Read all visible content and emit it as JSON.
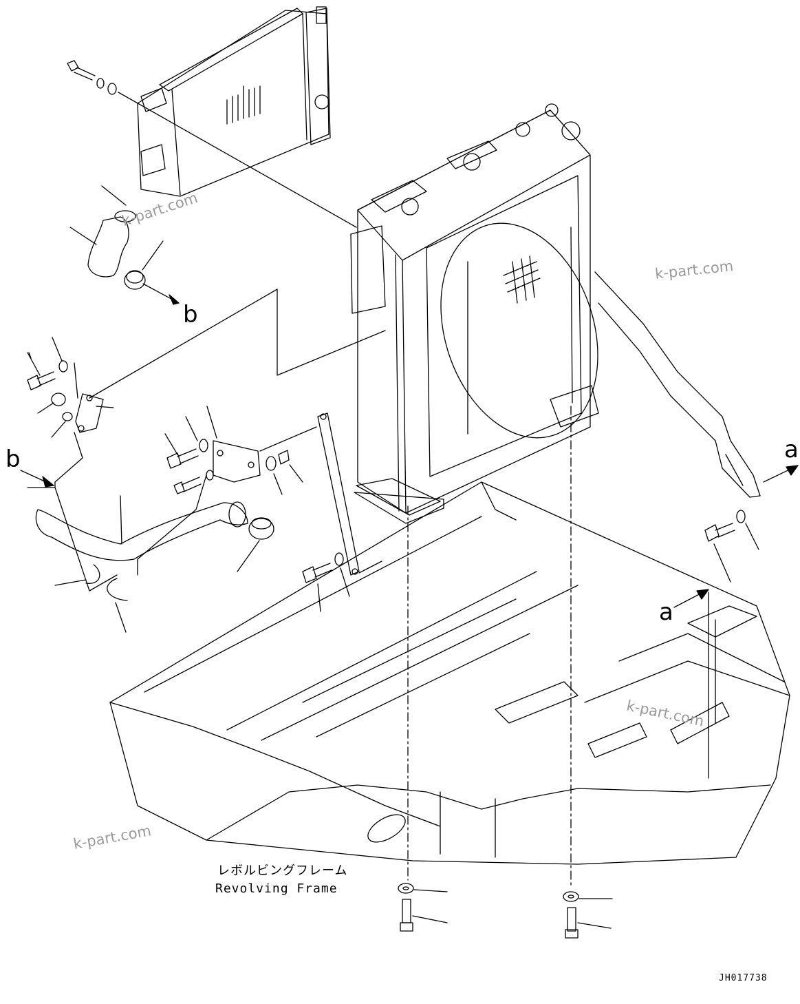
{
  "labels": {
    "frame_jp": "レボルビングフレーム",
    "frame_en": "Revolving Frame",
    "view_a_top": "a",
    "view_a_frame": "a",
    "view_b_hose": "b",
    "view_b_pipe": "b",
    "drawing_code": "JH017738"
  },
  "watermarks": {
    "text": "k-part.com"
  },
  "colors": {
    "line": "#000000",
    "watermark": "#9a9a9a",
    "background": "#ffffff"
  }
}
